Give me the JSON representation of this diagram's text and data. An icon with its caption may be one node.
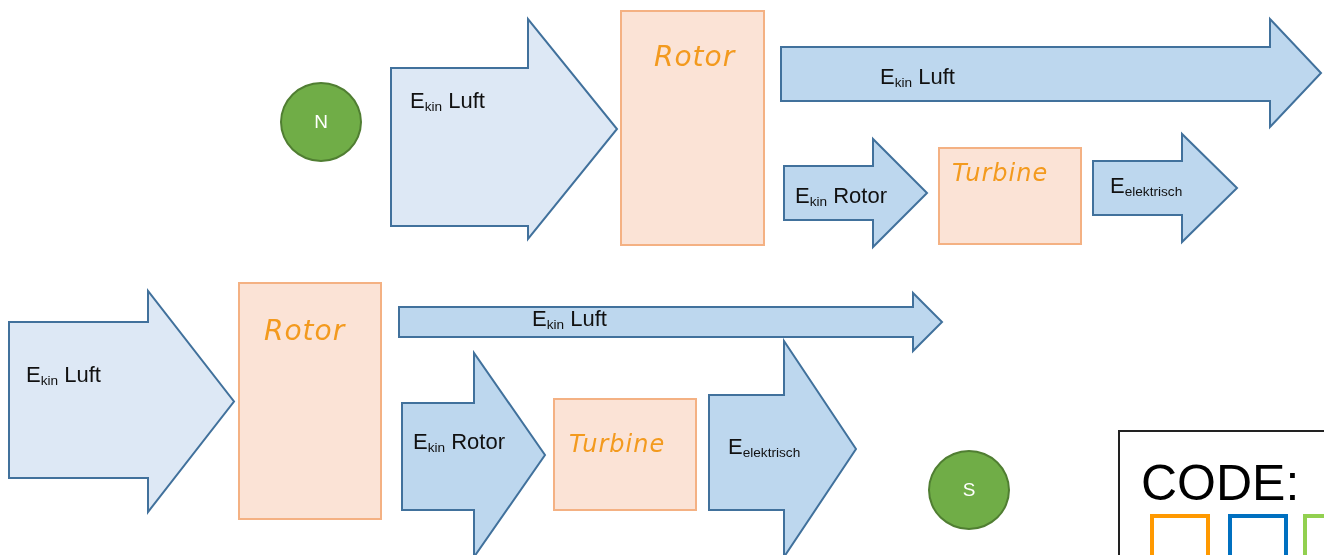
{
  "diagram": {
    "nodes": [
      {
        "text": [
          "N"
        ]
      },
      {
        "text": [
          "E$_{kin}$ Luft"
        ]
      },
      {
        "text": [
          "Rotor"
        ]
      },
      {
        "text": [
          "E$_{kin}$  Luft"
        ]
      },
      {
        "text": [
          "E$_{kin}$ Rotor"
        ]
      },
      {
        "text": [
          "Turbine"
        ]
      },
      {
        "text": [
          "E$_{elektrisch}$"
        ]
      },
      {
        "text": [
          "E$_{kin}$ Luft"
        ]
      },
      {
        "text": [
          "Rotor"
        ]
      },
      {
        "text": [
          "E$_{kin}$  Luft"
        ]
      },
      {
        "text": [
          "E$_{kin}$ Rotor"
        ]
      },
      {
        "text": [
          "Turbine"
        ]
      },
      {
        "text": [
          "E$_{elektrisch}$"
        ]
      },
      {
        "text": [
          "S"
        ]
      },
      {
        "text": [
          "CODE:"
        ]
      },
      {
        "text": [],
        "shape": "box",
        "in": 14
      },
      {
        "text": [],
        "shape": "box",
        "in": 14
      },
      {
        "text": [],
        "shape": "box",
        "in": 14
      }
    ]
  }
}
